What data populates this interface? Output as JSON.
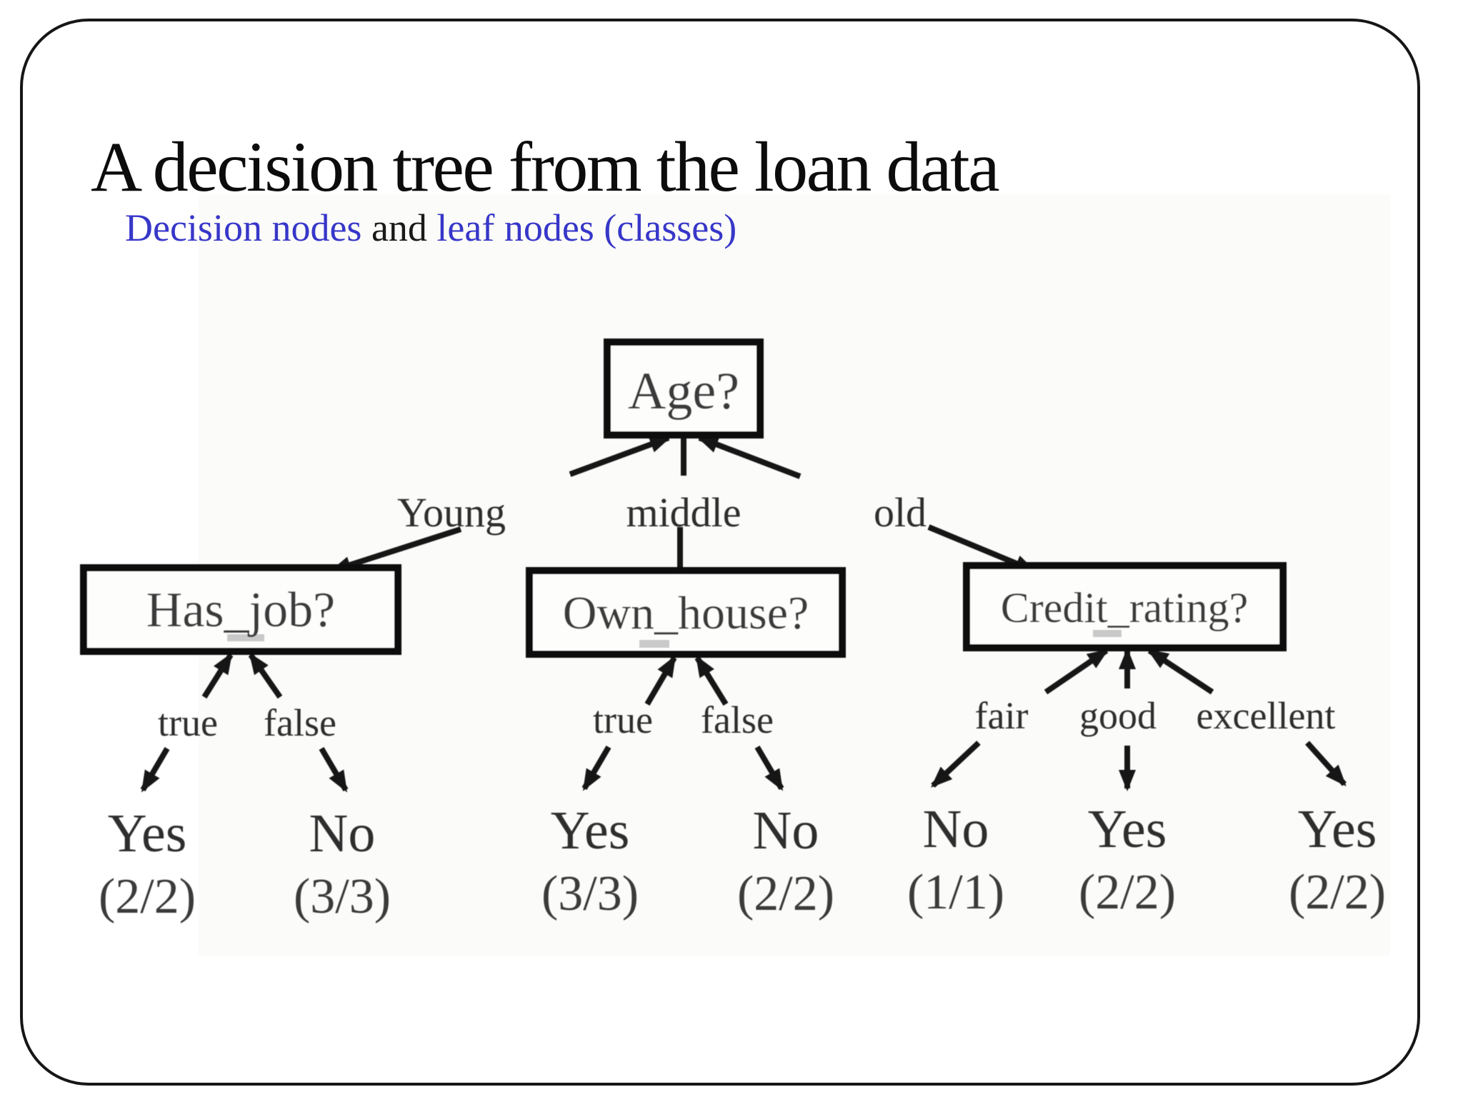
{
  "slide": {
    "title": "A decision tree from the loan data",
    "subtitle": {
      "part1": "Decision nodes",
      "part2": " and ",
      "part3": "leaf nodes (classes)"
    },
    "colors": {
      "title_text": "#0c0c0c",
      "accent_blue": "#3737c9",
      "slide_border": "#161616",
      "tree_ink": "#151515",
      "tree_text_gray": "#3a3a3a"
    }
  },
  "tree": {
    "root_label": "Age?",
    "level1_branches": {
      "young": "Young",
      "middle": "middle",
      "old": "old"
    },
    "has_job": {
      "label": "Has_job?",
      "true_branch": "true",
      "false_branch": "false",
      "true_leaf": "Yes",
      "true_count": "(2/2)",
      "false_leaf": "No",
      "false_count": "(3/3)"
    },
    "own_house": {
      "label": "Own_house?",
      "true_branch": "true",
      "false_branch": "false",
      "true_leaf": "Yes",
      "true_count": "(3/3)",
      "false_leaf": "No",
      "false_count": "(2/2)"
    },
    "credit_rating": {
      "label": "Credit_rating?",
      "fair_branch": "fair",
      "good_branch": "good",
      "excellent_branch": "excellent",
      "fair_leaf": "No",
      "fair_count": "(1/1)",
      "good_leaf": "Yes",
      "good_count": "(2/2)",
      "excellent_leaf": "Yes",
      "excellent_count": "(2/2)"
    }
  }
}
